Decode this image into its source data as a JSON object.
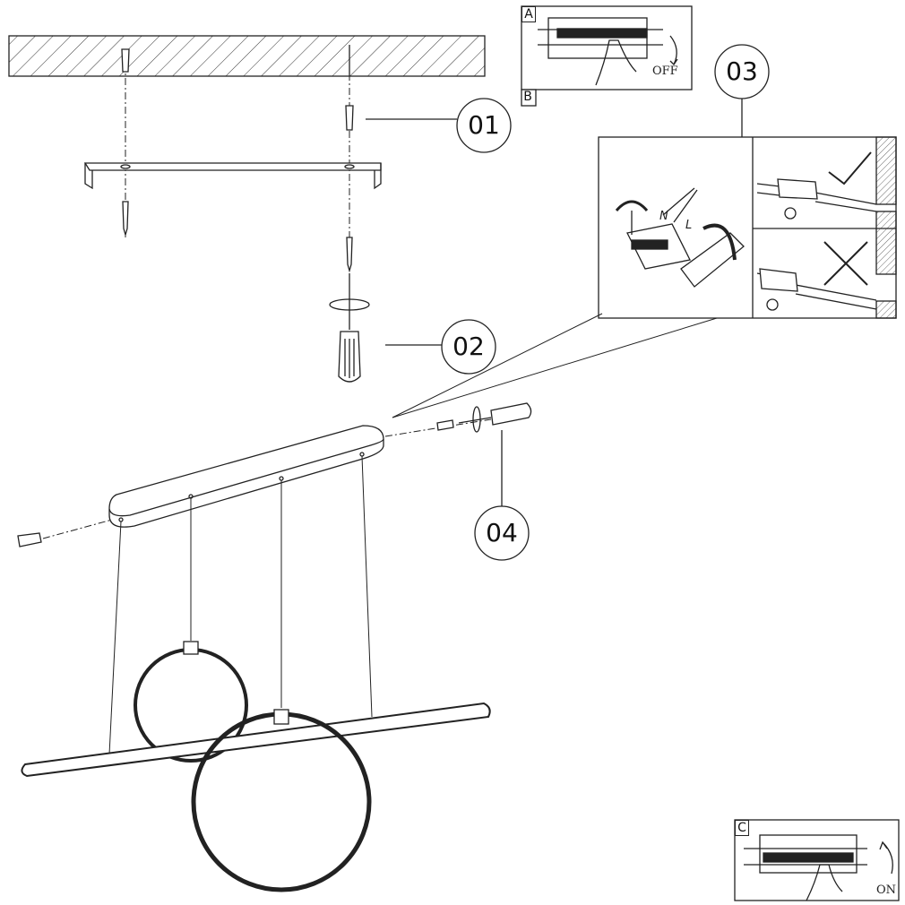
{
  "steps": {
    "s01": "01",
    "s02": "02",
    "s03": "03",
    "s04": "04"
  },
  "breaker_off": {
    "label_a": "A",
    "label_b": "B",
    "state": "OFF"
  },
  "breaker_on": {
    "label_c": "C",
    "state": "ON"
  },
  "wiring": {
    "n": "N",
    "l": "L"
  },
  "colors": {
    "line": "#222222",
    "background": "#ffffff"
  }
}
